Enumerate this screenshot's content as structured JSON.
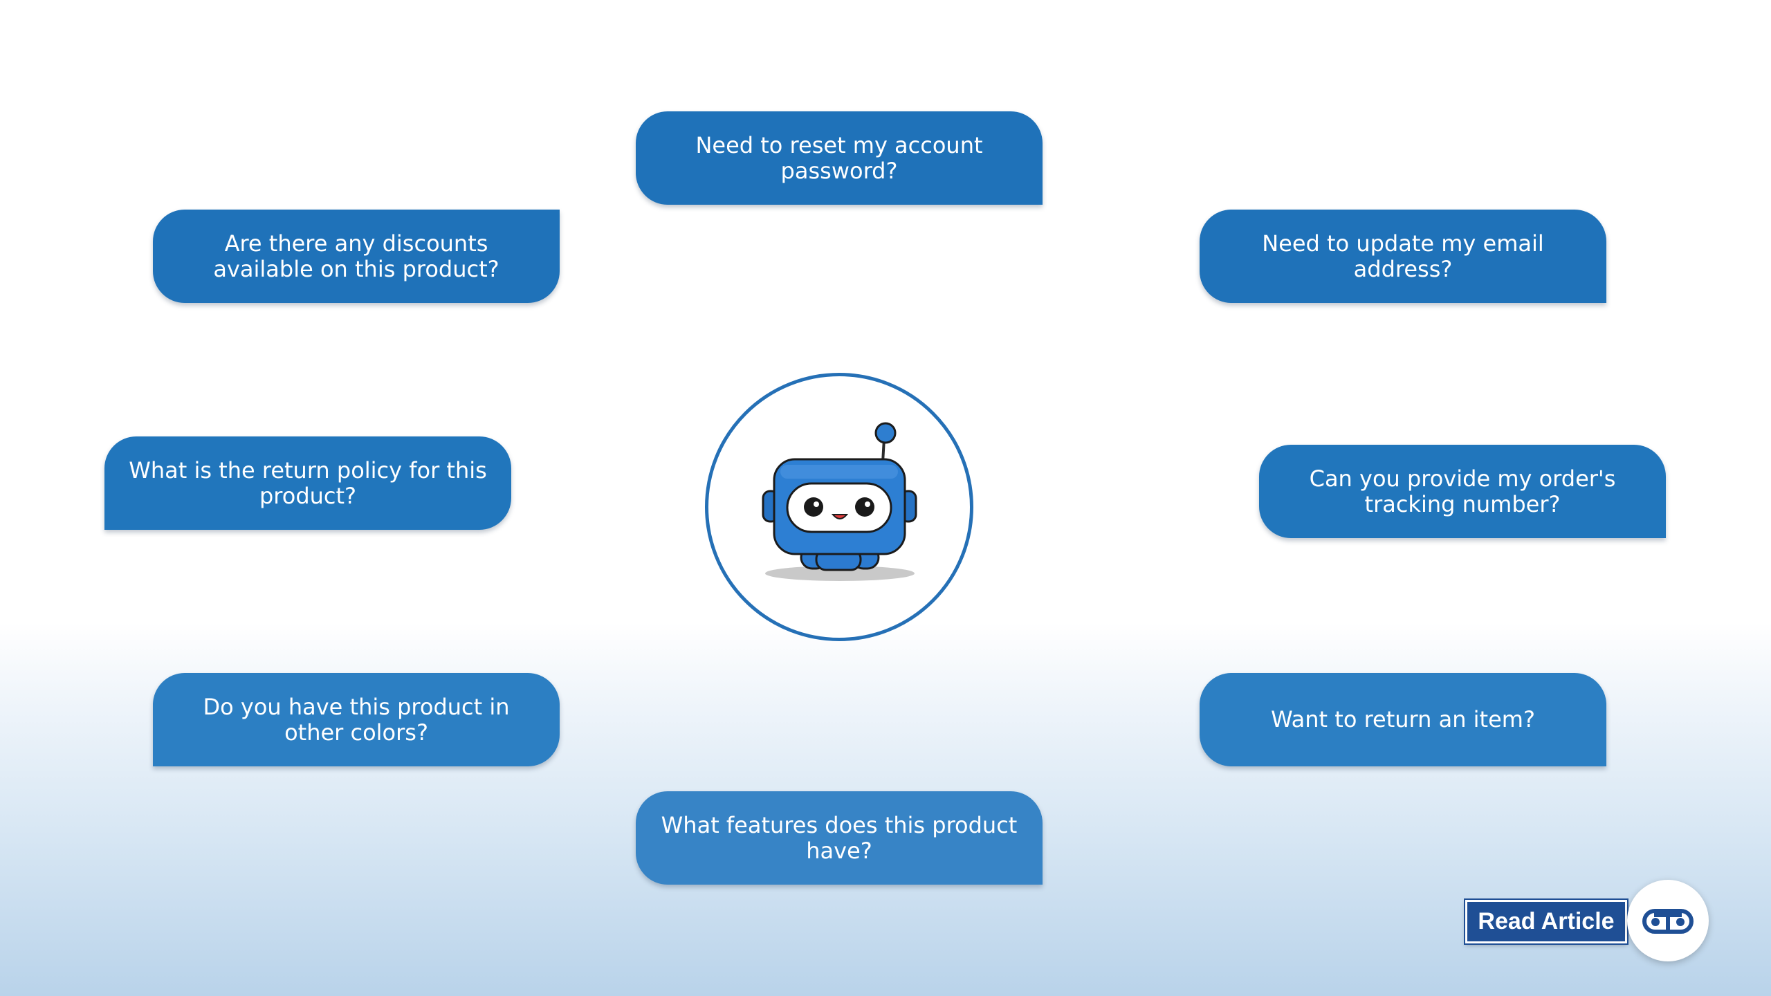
{
  "questions": {
    "reset_password": "Need to reset my account password?",
    "discounts": "Are there any discounts available on this product?",
    "update_email": "Need to update my email address?",
    "return_policy": "What is the return policy for this product?",
    "tracking_number": "Can you provide my order's tracking number?",
    "other_colors": "Do you have this product in other colors?",
    "return_item": "Want to return an item?",
    "features": "What features does this product have?"
  },
  "read_article": {
    "label": "Read Article"
  },
  "icons": {
    "center": "robot-icon",
    "brand": "brand-logo-icon"
  },
  "colors": {
    "bubble_blue": "#1f72b9",
    "accent_blue": "#2570b6",
    "button_navy": "#1f4f95"
  }
}
